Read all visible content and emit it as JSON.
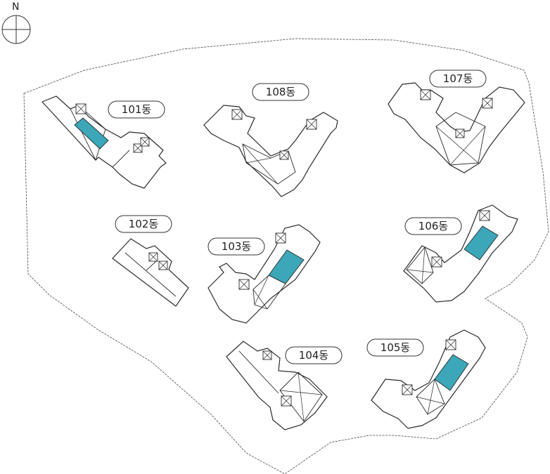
{
  "compass": {
    "label": "N"
  },
  "colors": {
    "highlight": "#3ba7b8",
    "line": "#2b2b2b",
    "background": "#ffffff"
  },
  "buildings": [
    {
      "id": "101",
      "label": "101동",
      "highlighted": true
    },
    {
      "id": "102",
      "label": "102동",
      "highlighted": false
    },
    {
      "id": "103",
      "label": "103동",
      "highlighted": true
    },
    {
      "id": "104",
      "label": "104동",
      "highlighted": false
    },
    {
      "id": "105",
      "label": "105동",
      "highlighted": true
    },
    {
      "id": "106",
      "label": "106동",
      "highlighted": true
    },
    {
      "id": "107",
      "label": "107동",
      "highlighted": false
    },
    {
      "id": "108",
      "label": "108동",
      "highlighted": false
    }
  ]
}
